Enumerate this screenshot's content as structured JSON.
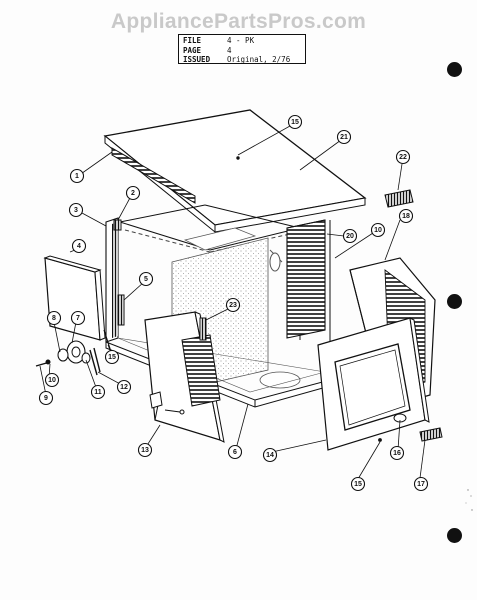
{
  "watermark": "AppliancePartsPros.com",
  "info_block": {
    "file_label": "FILE",
    "file_value": "4 - PK",
    "page_label": "PAGE",
    "page_value": "4",
    "issued_label": "ISSUED",
    "issued_value": "Original, 2/76"
  },
  "callouts": [
    "15",
    "21",
    "22",
    "1",
    "2",
    "3",
    "20",
    "10",
    "18",
    "4",
    "5",
    "23",
    "7",
    "8",
    "15",
    "10",
    "11",
    "12",
    "9",
    "13",
    "6",
    "14",
    "16",
    "15",
    "17"
  ]
}
